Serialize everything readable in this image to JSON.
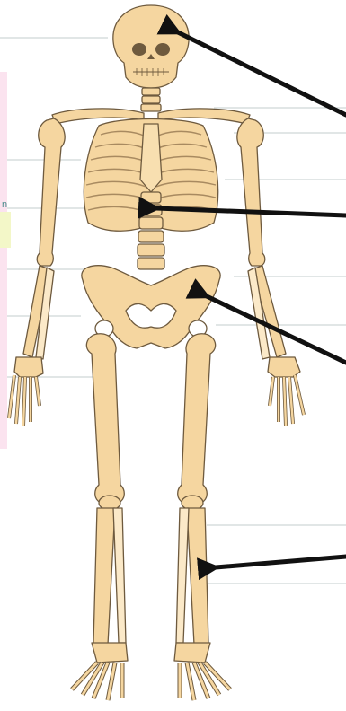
{
  "diagram": {
    "colors": {
      "bone_fill": "#f5d6a0",
      "bone_stroke": "#6e5a3e",
      "bone_shade": "#e2be86",
      "bone_light": "#fbe9c8",
      "arrow": "#111111",
      "ruling_line": "#cfd6d8",
      "left_strip_tint": "#fbe3ef"
    },
    "label_fragment": "n",
    "arrows": [
      {
        "name": "skull-arrow",
        "target": "skull"
      },
      {
        "name": "spine-arrow",
        "target": "spine"
      },
      {
        "name": "pelvis-arrow",
        "target": "pelvis"
      },
      {
        "name": "tibia-arrow",
        "target": "tibia"
      }
    ]
  }
}
